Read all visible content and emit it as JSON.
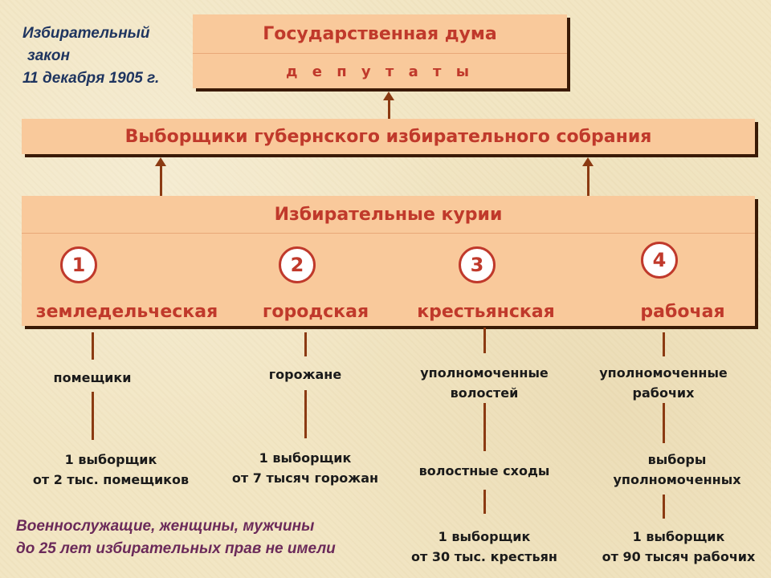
{
  "law": {
    "line1": "Избирательный",
    "line2": "закон",
    "line3": "11 декабря 1905 г."
  },
  "duma": {
    "title": "Государственная дума",
    "deputies": "д е п у т а т ы"
  },
  "electors": {
    "title": "Выборщики губернского избирательного собрания"
  },
  "curiae": {
    "title": "Избирательные курии",
    "items": [
      {
        "number": "1",
        "name": "земледельческая",
        "group": [
          "помещики"
        ],
        "quota": [
          "1 выборщик",
          "от 2 тыс. помещиков"
        ]
      },
      {
        "number": "2",
        "name": "городская",
        "group": [
          "горожане"
        ],
        "quota": [
          "1 выборщик",
          "от 7 тысяч горожан"
        ]
      },
      {
        "number": "3",
        "name": "крестьянская",
        "group": [
          "уполномоченные",
          "волостей"
        ],
        "middle": [
          "волостные сходы"
        ],
        "quota": [
          "1 выборщик",
          "от 30 тыс. крестьян"
        ]
      },
      {
        "number": "4",
        "name": "рабочая",
        "group": [
          "уполномоченные",
          "рабочих"
        ],
        "middle": [
          "выборы",
          "уполномоченных"
        ],
        "quota": [
          "1 выборщик",
          "от 90 тысяч рабочих"
        ]
      }
    ]
  },
  "note": {
    "line1": "Военнослужащие, женщины, мужчины",
    "line2": "до 25 лет избирательных прав не имели"
  },
  "colors": {
    "box_fill": "#f9c99b",
    "accent_red": "#c0392b",
    "connector": "#8b3a12",
    "law_text": "#1f3560",
    "note_text": "#6b2a5a"
  }
}
